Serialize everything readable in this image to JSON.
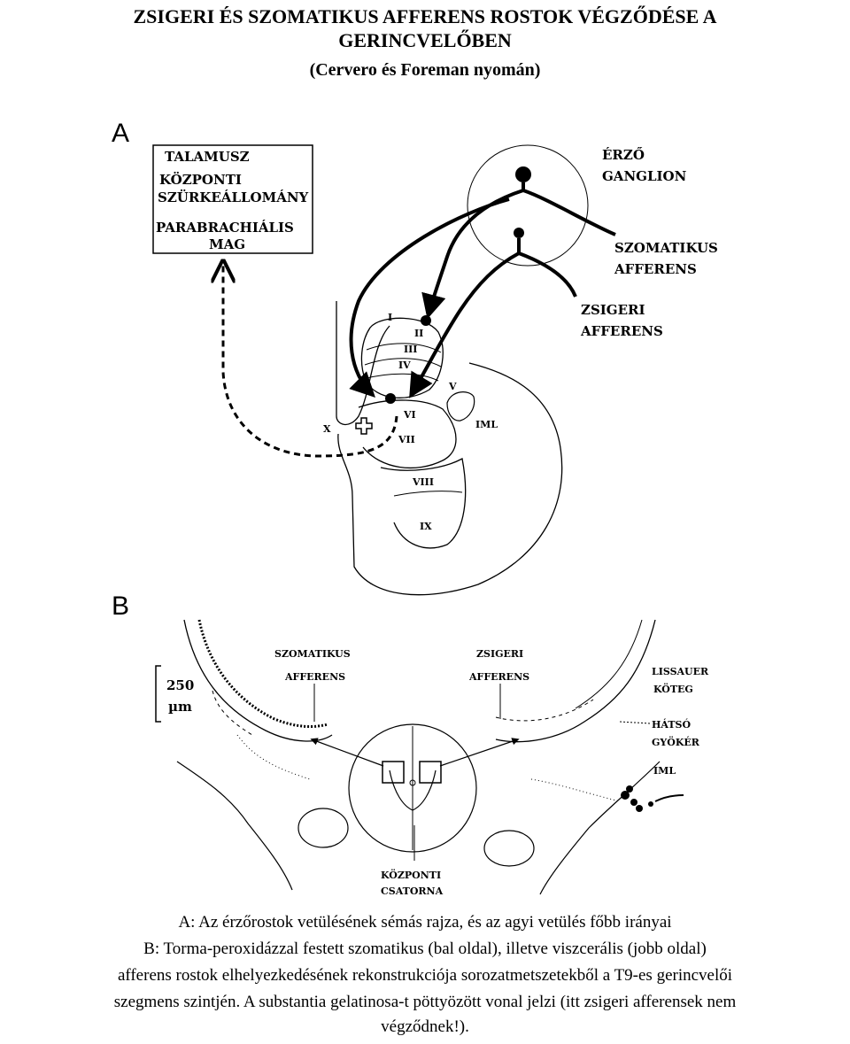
{
  "title": {
    "line1": "ZSIGERI ÉS SZOMATIKUS AFFERENS ROSTOK VÉGZŐDÉSE A",
    "line2": "GERINCVELŐBEN",
    "line3": "(Cervero és Foreman nyomán)"
  },
  "panel_a": {
    "letter": "A",
    "box_labels": [
      "TALAMUSZ",
      "KÖZPONTI",
      "SZÜRKEÁLLOMÁNY",
      "PARABRACHIÁLIS",
      "MAG"
    ],
    "ganglion_label": [
      "ÉRZŐ",
      "GANGLION"
    ],
    "somatic_label": [
      "SZOMATIKUS",
      "AFFERENS"
    ],
    "visceral_label": [
      "ZSIGERI",
      "AFFERENS"
    ],
    "laminae": [
      "I",
      "II",
      "III",
      "IV",
      "V",
      "VI",
      "VII",
      "VIII",
      "IX",
      "X"
    ],
    "iml_label": "IML"
  },
  "panel_b": {
    "letter": "B",
    "scale_value": "250",
    "scale_unit": "µm",
    "somatic_label": [
      "SZOMATIKUS",
      "AFFERENS"
    ],
    "visceral_label": [
      "ZSIGERI",
      "AFFERENS"
    ],
    "lissauer_label": [
      "LISSAUER",
      "KÖTEG"
    ],
    "root_label": [
      "HÁTSÓ",
      "GYÖKÉR"
    ],
    "iml_label": "IML",
    "canal_label": [
      "KÖZPONTI",
      "CSATORNA"
    ]
  },
  "caption": [
    "A: Az érzőrostok vetülésének sémás rajza, és az agyi vetülés főbb irányai",
    "B: Torma-peroxidázzal festett szomatikus (bal oldal), illetve viszcerális (jobb oldal)",
    "afferens rostok elhelyezkedésének rekonstrukciója sorozatmetszetekből a T9-es gerincvelői",
    "szegmens szintjén. A substantia gelatinosa-t pöttyözött vonal jelzi (itt zsigeri afferensek nem",
    "végződnek!)."
  ]
}
